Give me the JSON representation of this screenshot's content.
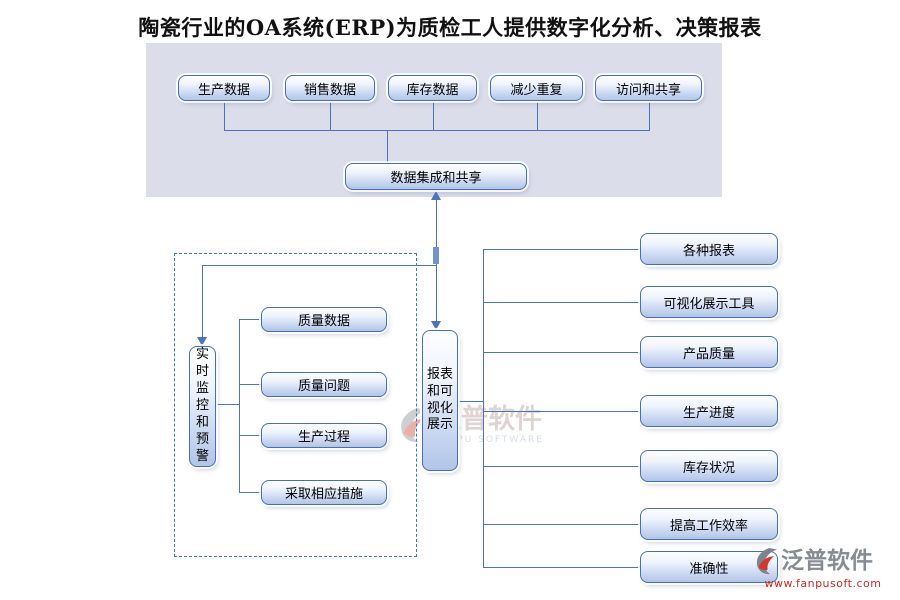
{
  "title": "陶瓷行业的OA系统(ERP)为质检工人提供数字化分析、决策报表",
  "top_panel": {
    "sources": [
      "生产数据",
      "销售数据",
      "库存数据",
      "减少重复",
      "访问和共享"
    ],
    "integration": "数据集成和共享"
  },
  "monitor_group": {
    "hub": "实时监控和预警",
    "items": [
      "质量数据",
      "质量问题",
      "生产过程",
      "采取相应措施"
    ]
  },
  "report_group": {
    "hub": "报表和可视化展示",
    "items": [
      "各种报表",
      "可视化展示工具",
      "产品质量",
      "生产进度",
      "库存状况",
      "提高工作效率",
      "准确性"
    ]
  },
  "watermark": {
    "brand": "泛普软件",
    "sub": "FANPU SOFTWARE"
  },
  "logo": {
    "brand": "泛普软件",
    "url": "www.fanpusoft.com"
  },
  "colors": {
    "accent": "#4a74c0",
    "panel_bg": "#dbddeb",
    "node_border": "#4a6fae",
    "logo_red": "#cc291e"
  }
}
